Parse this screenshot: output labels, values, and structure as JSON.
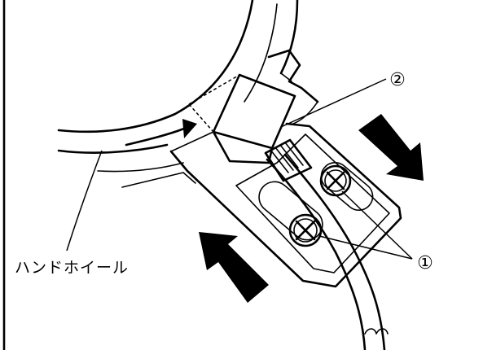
{
  "figure": {
    "callouts": {
      "screws": "①",
      "bracket": "②"
    },
    "labels": {
      "handwheel": "ハンドホイール"
    },
    "cable_break_mark": "⌒⌒"
  }
}
